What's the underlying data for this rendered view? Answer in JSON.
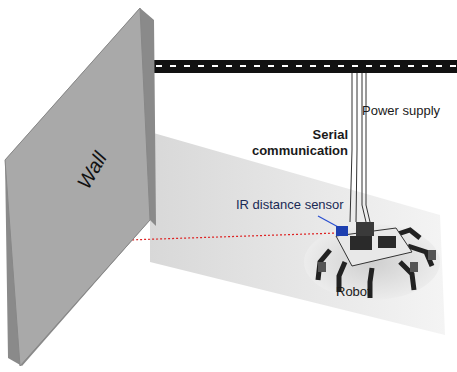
{
  "diagram": {
    "nodes": [
      {
        "text": [
          "Wall"
        ]
      }
    ],
    "labels": [
      "Serial communication",
      "Power supply",
      "IR distance sensor",
      "Robot"
    ]
  }
}
